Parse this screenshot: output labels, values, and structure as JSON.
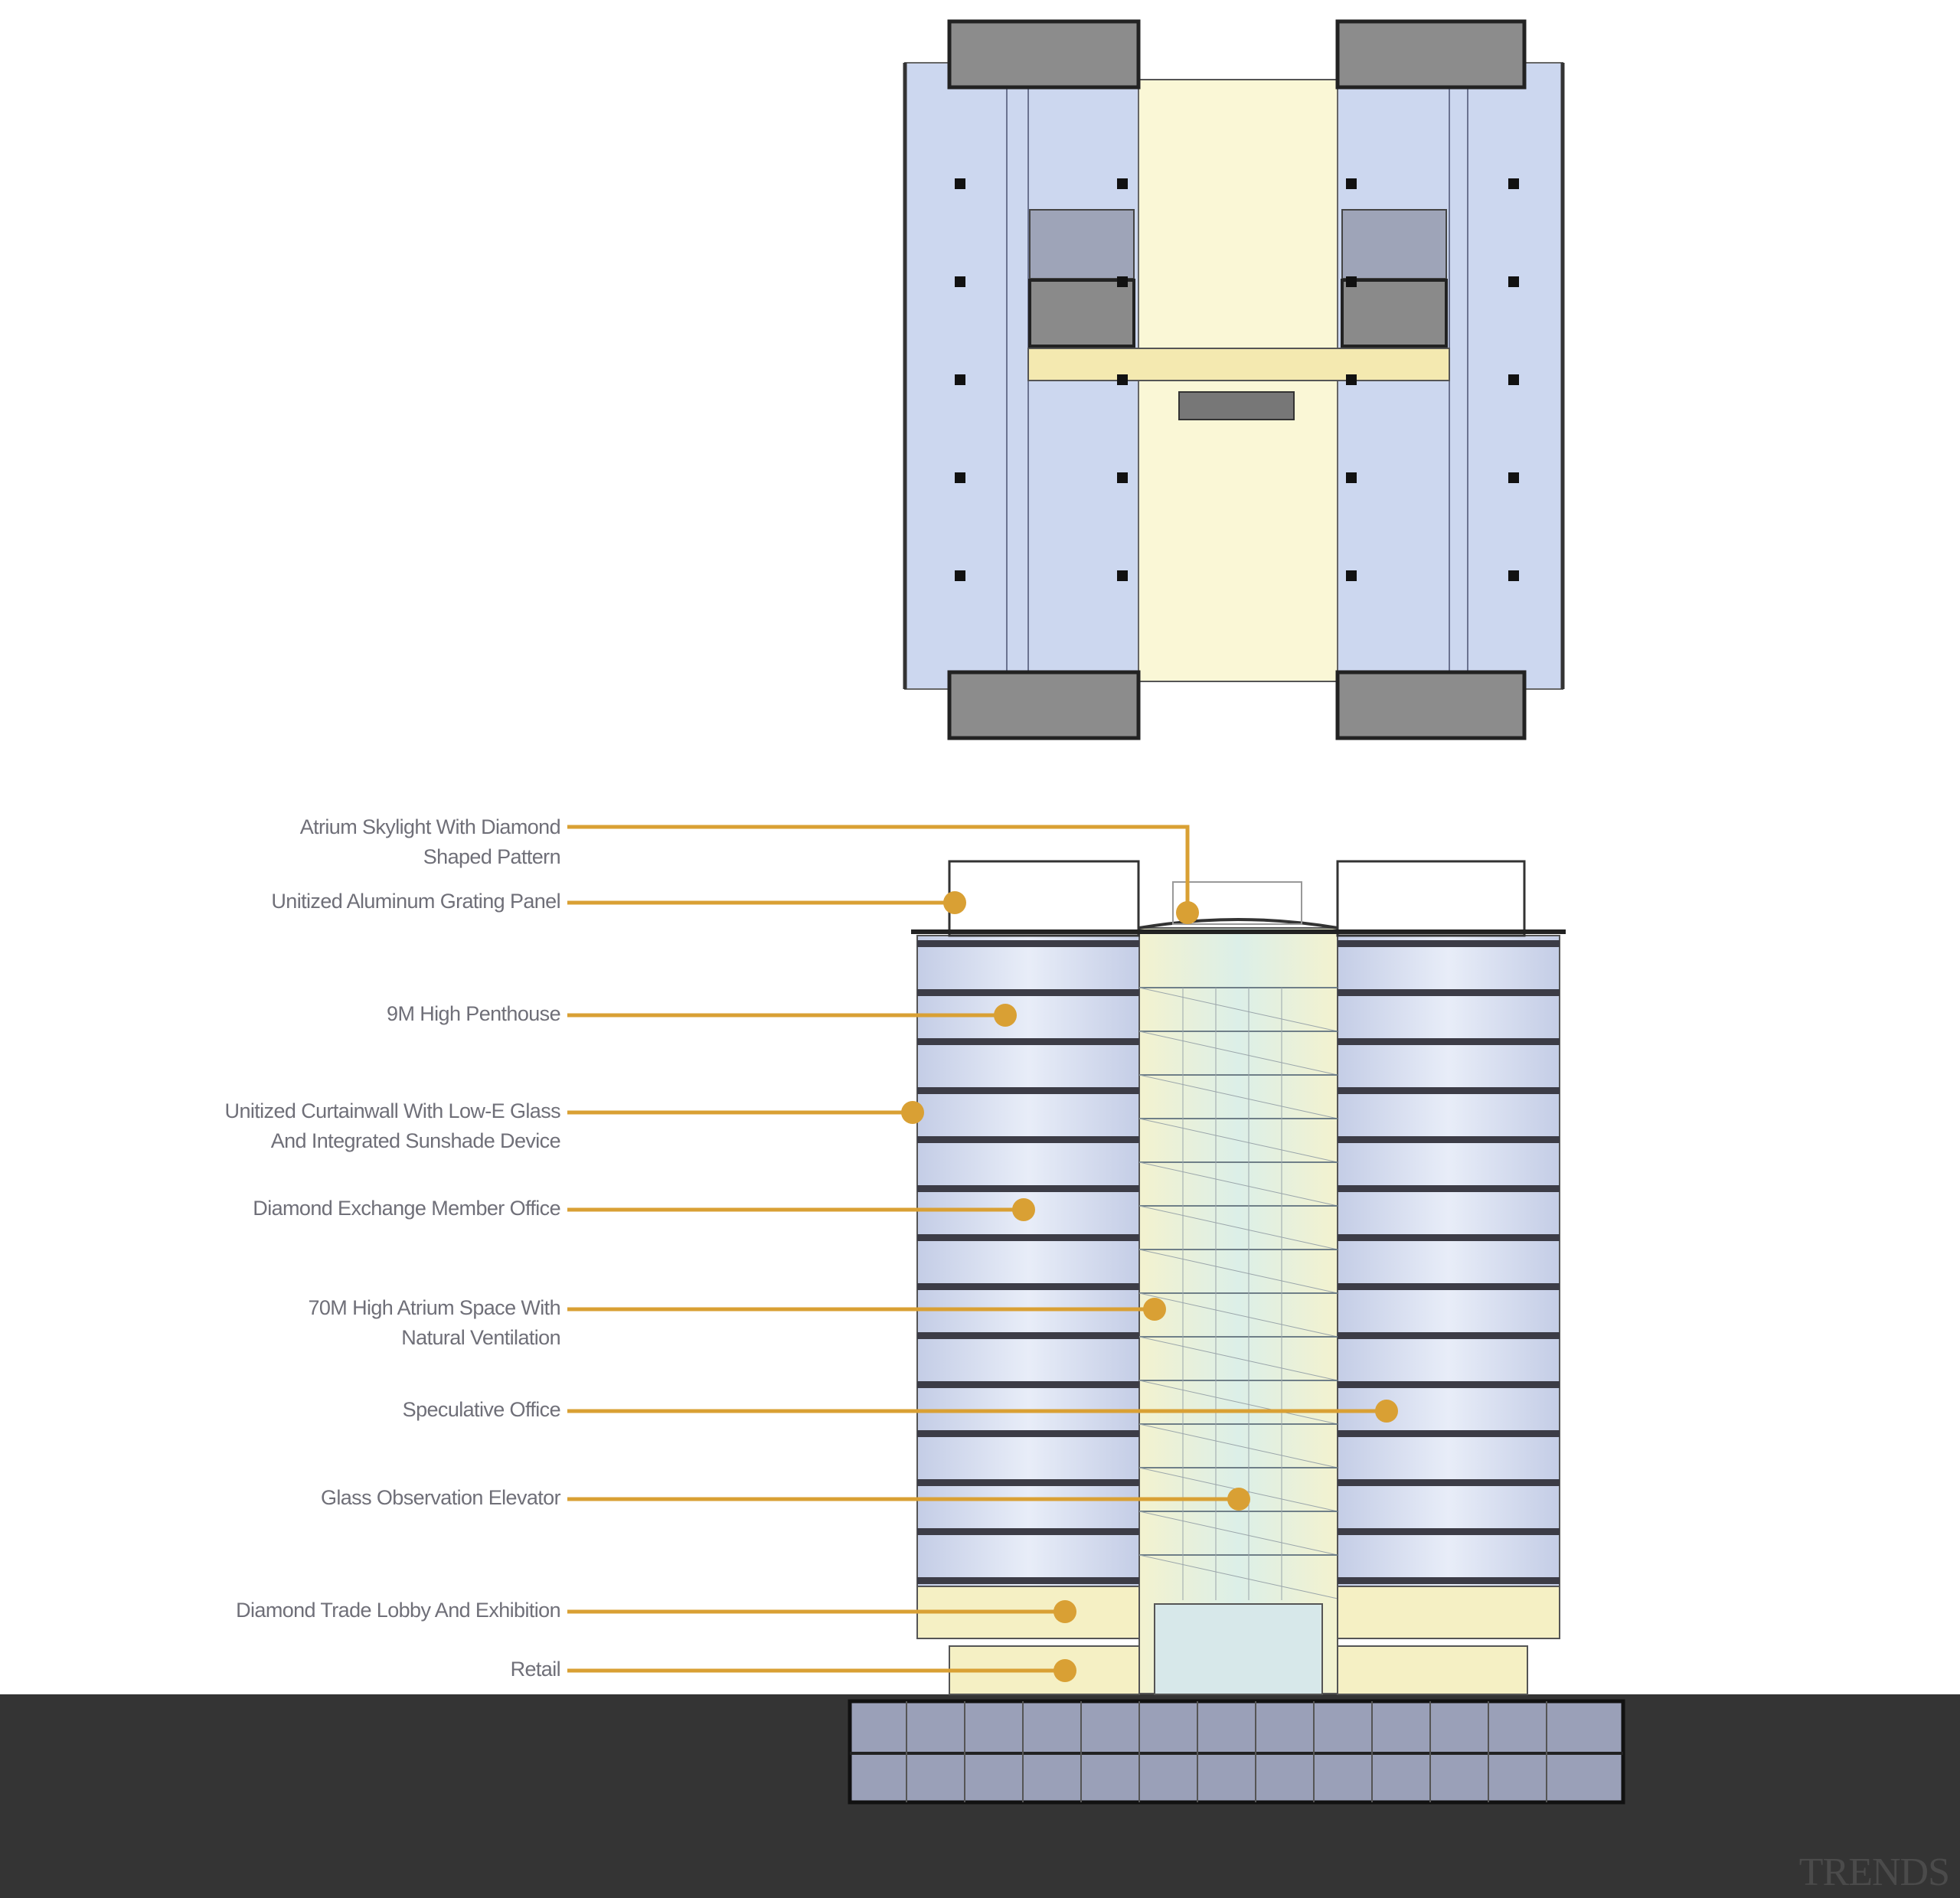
{
  "callouts": [
    {
      "line1": "Atrium Skylight With Diamond",
      "line2": "Shaped Pattern"
    },
    {
      "line1": "Unitized Aluminum Grating Panel",
      "line2": ""
    },
    {
      "line1": "9M High Penthouse",
      "line2": ""
    },
    {
      "line1": "Unitized Curtainwall With Low-E Glass",
      "line2": "And Integrated Sunshade Device"
    },
    {
      "line1": "Diamond Exchange Member Office",
      "line2": ""
    },
    {
      "line1": "70M High Atrium Space With",
      "line2": "Natural Ventilation"
    },
    {
      "line1": "Speculative Office",
      "line2": ""
    },
    {
      "line1": "Glass Observation Elevator",
      "line2": ""
    },
    {
      "line1": "Diamond Trade Lobby And Exhibition",
      "line2": ""
    },
    {
      "line1": "Retail",
      "line2": ""
    }
  ],
  "watermark": "TRENDS",
  "colors": {
    "callout": "#d9a034",
    "office_blue": "#cdd8ef",
    "atrium_yellow": "#f9f6d2",
    "core_gray": "#8a8a8a",
    "ground": "#343434",
    "basement": "#9aa0b8"
  }
}
